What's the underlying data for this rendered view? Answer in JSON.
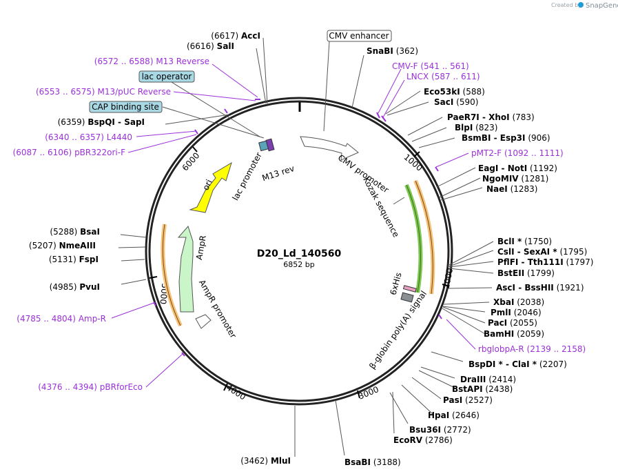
{
  "credit": {
    "created_by": "Created by",
    "brand": "SnapGene"
  },
  "plasmid": {
    "name": "D20_Ld_140560",
    "size": "6852 bp"
  },
  "ticks": [
    "1000",
    "2000",
    "3000",
    "4000",
    "5000",
    "6000"
  ],
  "sites": [
    {
      "pos": "(6617)",
      "name": "AccI"
    },
    {
      "pos": "(6616)",
      "name": "SalI"
    },
    {
      "pos": "(6359)",
      "name": "BspQI",
      "name2": "SapI"
    },
    {
      "pos": "(5288)",
      "name": "BsaI"
    },
    {
      "pos": "(5207)",
      "name": "NmeAIII"
    },
    {
      "pos": "(5131)",
      "name": "FspI"
    },
    {
      "pos": "(4985)",
      "name": "PvuI"
    },
    {
      "pos": "(3462)",
      "name": "MluI"
    },
    {
      "pos": "(3188)",
      "name": "BsaBI"
    },
    {
      "pos": "(2786)",
      "name": "EcoRV"
    },
    {
      "pos": "(2772)",
      "name": "Bsu36I"
    },
    {
      "pos": "(2646)",
      "name": "HpaI"
    },
    {
      "pos": "(2527)",
      "name": "PasI"
    },
    {
      "pos": "(2438)",
      "name": "BstAPI"
    },
    {
      "pos": "(2414)",
      "name": "DraIII"
    },
    {
      "pos": "(2207)",
      "name": "BspDI *",
      "name2": "ClaI *"
    },
    {
      "pos": "(2059)",
      "name": "BamHI"
    },
    {
      "pos": "(2055)",
      "name": "PacI"
    },
    {
      "pos": "(2046)",
      "name": "PmlI"
    },
    {
      "pos": "(2038)",
      "name": "XbaI"
    },
    {
      "pos": "(1921)",
      "name": "AscI",
      "name2": "BssHII"
    },
    {
      "pos": "(1799)",
      "name": "BstEII"
    },
    {
      "pos": "(1797)",
      "name": "PflFI",
      "name2": "Tth111I"
    },
    {
      "pos": "(1795)",
      "name": "CslI",
      "name2": "SexAI *"
    },
    {
      "pos": "(1750)",
      "name": "BclI *"
    },
    {
      "pos": "(1283)",
      "name": "NaeI"
    },
    {
      "pos": "(1281)",
      "name": "NgoMIV"
    },
    {
      "pos": "(1192)",
      "name": "EagI",
      "name2": "NotI"
    },
    {
      "pos": "(906)",
      "name": "BsmBI",
      "name2": "Esp3I"
    },
    {
      "pos": "(823)",
      "name": "BlpI"
    },
    {
      "pos": "(783)",
      "name": "PaeR7I",
      "name2": "XhoI"
    },
    {
      "pos": "(590)",
      "name": "SacI"
    },
    {
      "pos": "(588)",
      "name": "Eco53kI"
    },
    {
      "pos": "(362)",
      "name": "SnaBI"
    }
  ],
  "primers": [
    {
      "range": "(6572 .. 6588)",
      "name": "M13 Reverse"
    },
    {
      "range": "(6553 .. 6575)",
      "name": "M13/pUC Reverse"
    },
    {
      "range": "(6340 .. 6357)",
      "name": "L4440"
    },
    {
      "range": "(6087 .. 6106)",
      "name": "pBR322ori-F"
    },
    {
      "range": "(4785 .. 4804)",
      "name": "Amp-R"
    },
    {
      "range": "(4376 .. 4394)",
      "name": "pBRforEco"
    },
    {
      "name": "CMV-F",
      "range": "(541 .. 561)"
    },
    {
      "name": "LNCX",
      "range": "(587 .. 611)"
    },
    {
      "name": "pMT2-F",
      "range": "(1092 .. 1111)"
    },
    {
      "name": "rbglobpA-R",
      "range": "(2139 .. 2158)"
    }
  ],
  "boxed_features": [
    "CMV enhancer",
    "lac operator",
    "CAP binding site"
  ],
  "features": [
    "CMV promoter",
    "Kozak sequence",
    "6xHis",
    "β-globin poly(A) signal",
    "AmpR promoter",
    "AmpR",
    "ori",
    "lac promoter",
    "M13 rev"
  ],
  "colors": {
    "primer": "#9b30d9",
    "ori": "#ffff00",
    "ampr": "#c9f5c9",
    "orf": "#f5c27a",
    "orf_inner": "#7ec850",
    "box": "#aad9e6",
    "ring": "#222222"
  }
}
